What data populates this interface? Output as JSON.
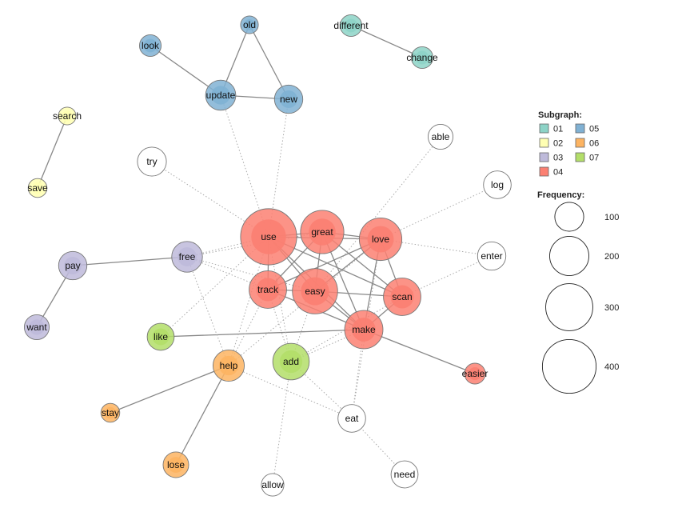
{
  "colors": {
    "01": "#8dd3c7",
    "02": "#ffffb3",
    "03": "#bebada",
    "04": "#fb8072",
    "05": "#80b1d3",
    "06": "#fdb462",
    "07": "#b3de69",
    "none": "#ffffff",
    "strong_edge": "#888888",
    "weak_edge": "#aaaaaa"
  },
  "nodes": [
    {
      "id": "old",
      "group": "05",
      "freq": 30
    },
    {
      "id": "look",
      "group": "05",
      "freq": 50
    },
    {
      "id": "update",
      "group": "05",
      "freq": 110
    },
    {
      "id": "new",
      "group": "05",
      "freq": 95
    },
    {
      "id": "different",
      "group": "01",
      "freq": 50
    },
    {
      "id": "change",
      "group": "01",
      "freq": 50
    },
    {
      "id": "search",
      "group": "02",
      "freq": 30
    },
    {
      "id": "save",
      "group": "02",
      "freq": 35
    },
    {
      "id": "pay",
      "group": "03",
      "freq": 95
    },
    {
      "id": "want",
      "group": "03",
      "freq": 70
    },
    {
      "id": "free",
      "group": "03",
      "freq": 115
    },
    {
      "id": "use",
      "group": "04",
      "freq": 440
    },
    {
      "id": "great",
      "group": "04",
      "freq": 250
    },
    {
      "id": "love",
      "group": "04",
      "freq": 240
    },
    {
      "id": "track",
      "group": "04",
      "freq": 180
    },
    {
      "id": "easy",
      "group": "04",
      "freq": 275
    },
    {
      "id": "scan",
      "group": "04",
      "freq": 180
    },
    {
      "id": "make",
      "group": "04",
      "freq": 190
    },
    {
      "id": "easier",
      "group": "04",
      "freq": 45
    },
    {
      "id": "help",
      "group": "06",
      "freq": 120
    },
    {
      "id": "stay",
      "group": "06",
      "freq": 35
    },
    {
      "id": "lose",
      "group": "06",
      "freq": 75
    },
    {
      "id": "like",
      "group": "07",
      "freq": 85
    },
    {
      "id": "add",
      "group": "07",
      "freq": 170
    },
    {
      "id": "able",
      "group": "none",
      "freq": 70
    },
    {
      "id": "log",
      "group": "none",
      "freq": 90
    },
    {
      "id": "enter",
      "group": "none",
      "freq": 95
    },
    {
      "id": "try",
      "group": "none",
      "freq": 100
    },
    {
      "id": "eat",
      "group": "none",
      "freq": 90
    },
    {
      "id": "need",
      "group": "none",
      "freq": 85
    },
    {
      "id": "allow",
      "group": "none",
      "freq": 55
    }
  ],
  "edges": [
    {
      "source": "old",
      "target": "update",
      "type": "strong"
    },
    {
      "source": "old",
      "target": "new",
      "type": "strong"
    },
    {
      "source": "look",
      "target": "update",
      "type": "strong"
    },
    {
      "source": "update",
      "target": "new",
      "type": "strong"
    },
    {
      "source": "different",
      "target": "change",
      "type": "strong"
    },
    {
      "source": "search",
      "target": "save",
      "type": "strong"
    },
    {
      "source": "pay",
      "target": "free",
      "type": "strong"
    },
    {
      "source": "pay",
      "target": "want",
      "type": "strong"
    },
    {
      "source": "like",
      "target": "make",
      "type": "strong"
    },
    {
      "source": "help",
      "target": "stay",
      "type": "strong"
    },
    {
      "source": "help",
      "target": "lose",
      "type": "strong"
    },
    {
      "source": "make",
      "target": "easier",
      "type": "strong"
    },
    {
      "source": "use",
      "target": "great",
      "type": "strong"
    },
    {
      "source": "use",
      "target": "love",
      "type": "strong"
    },
    {
      "source": "use",
      "target": "track",
      "type": "strong"
    },
    {
      "source": "use",
      "target": "easy",
      "type": "strong"
    },
    {
      "source": "use",
      "target": "scan",
      "type": "strong"
    },
    {
      "source": "use",
      "target": "make",
      "type": "strong"
    },
    {
      "source": "great",
      "target": "love",
      "type": "strong"
    },
    {
      "source": "great",
      "target": "easy",
      "type": "strong"
    },
    {
      "source": "great",
      "target": "track",
      "type": "strong"
    },
    {
      "source": "great",
      "target": "scan",
      "type": "strong"
    },
    {
      "source": "great",
      "target": "make",
      "type": "strong"
    },
    {
      "source": "love",
      "target": "track",
      "type": "strong"
    },
    {
      "source": "love",
      "target": "easy",
      "type": "strong"
    },
    {
      "source": "love",
      "target": "scan",
      "type": "strong"
    },
    {
      "source": "love",
      "target": "make",
      "type": "strong"
    },
    {
      "source": "track",
      "target": "easy",
      "type": "strong"
    },
    {
      "source": "track",
      "target": "make",
      "type": "strong"
    },
    {
      "source": "easy",
      "target": "scan",
      "type": "strong"
    },
    {
      "source": "easy",
      "target": "make",
      "type": "strong"
    },
    {
      "source": "scan",
      "target": "make",
      "type": "strong"
    },
    {
      "source": "update",
      "target": "use",
      "type": "weak"
    },
    {
      "source": "new",
      "target": "use",
      "type": "weak"
    },
    {
      "source": "try",
      "target": "use",
      "type": "weak"
    },
    {
      "source": "free",
      "target": "use",
      "type": "weak"
    },
    {
      "source": "free",
      "target": "great",
      "type": "weak"
    },
    {
      "source": "free",
      "target": "track",
      "type": "weak"
    },
    {
      "source": "free",
      "target": "easy",
      "type": "weak"
    },
    {
      "source": "free",
      "target": "help",
      "type": "weak"
    },
    {
      "source": "like",
      "target": "use",
      "type": "weak"
    },
    {
      "source": "help",
      "target": "use",
      "type": "weak"
    },
    {
      "source": "help",
      "target": "love",
      "type": "weak"
    },
    {
      "source": "help",
      "target": "track",
      "type": "weak"
    },
    {
      "source": "help",
      "target": "eat",
      "type": "weak"
    },
    {
      "source": "add",
      "target": "use",
      "type": "weak"
    },
    {
      "source": "add",
      "target": "easy",
      "type": "weak"
    },
    {
      "source": "add",
      "target": "track",
      "type": "weak"
    },
    {
      "source": "add",
      "target": "make",
      "type": "weak"
    },
    {
      "source": "add",
      "target": "scan",
      "type": "weak"
    },
    {
      "source": "add",
      "target": "eat",
      "type": "weak"
    },
    {
      "source": "add",
      "target": "allow",
      "type": "weak"
    },
    {
      "source": "able",
      "target": "easy",
      "type": "weak"
    },
    {
      "source": "log",
      "target": "love",
      "type": "weak"
    },
    {
      "source": "enter",
      "target": "love",
      "type": "weak"
    },
    {
      "source": "enter",
      "target": "scan",
      "type": "weak"
    },
    {
      "source": "eat",
      "target": "make",
      "type": "weak"
    },
    {
      "source": "eat",
      "target": "love",
      "type": "weak"
    },
    {
      "source": "eat",
      "target": "need",
      "type": "weak"
    }
  ],
  "legend": {
    "subgraph_title": "Subgraph:",
    "subgraphs": [
      {
        "label": "01",
        "group": "01"
      },
      {
        "label": "05",
        "group": "05"
      },
      {
        "label": "02",
        "group": "02"
      },
      {
        "label": "06",
        "group": "06"
      },
      {
        "label": "03",
        "group": "03"
      },
      {
        "label": "07",
        "group": "07"
      },
      {
        "label": "04",
        "group": "04"
      }
    ],
    "frequency_title": "Frequency:",
    "frequencies": [
      {
        "label": "100",
        "value": 100
      },
      {
        "label": "200",
        "value": 200
      },
      {
        "label": "300",
        "value": 300
      },
      {
        "label": "400",
        "value": 400
      }
    ]
  }
}
